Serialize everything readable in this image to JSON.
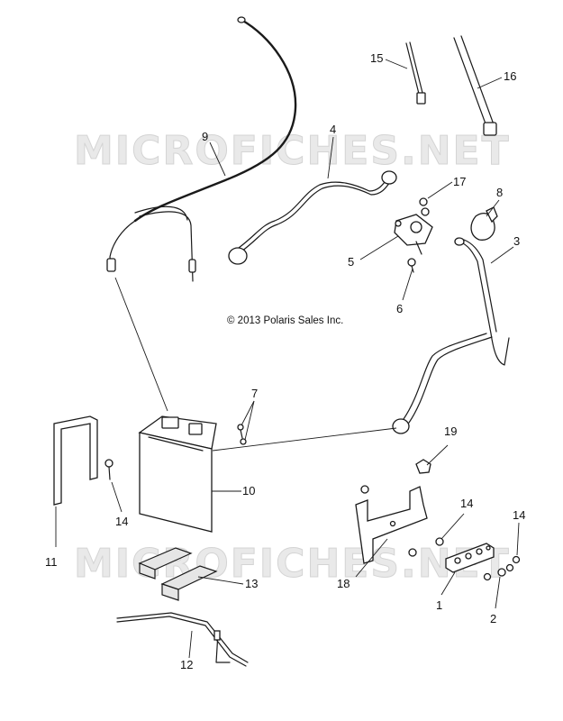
{
  "diagram": {
    "copyright": "© 2013 Polaris Sales Inc.",
    "watermark": "MICROFICHES.NET",
    "callouts": [
      {
        "id": "c1",
        "label": "1"
      },
      {
        "id": "c2",
        "label": "2"
      },
      {
        "id": "c3",
        "label": "3"
      },
      {
        "id": "c4",
        "label": "4"
      },
      {
        "id": "c5",
        "label": "5"
      },
      {
        "id": "c6",
        "label": "6"
      },
      {
        "id": "c7",
        "label": "7"
      },
      {
        "id": "c8",
        "label": "8"
      },
      {
        "id": "c9",
        "label": "9"
      },
      {
        "id": "c10",
        "label": "10"
      },
      {
        "id": "c11",
        "label": "11"
      },
      {
        "id": "c12",
        "label": "12"
      },
      {
        "id": "c13",
        "label": "13"
      },
      {
        "id": "c14a",
        "label": "14"
      },
      {
        "id": "c14b",
        "label": "14"
      },
      {
        "id": "c14c",
        "label": "14"
      },
      {
        "id": "c15",
        "label": "15"
      },
      {
        "id": "c16",
        "label": "16"
      },
      {
        "id": "c17",
        "label": "17"
      },
      {
        "id": "c18",
        "label": "18"
      },
      {
        "id": "c19",
        "label": "19"
      }
    ]
  }
}
